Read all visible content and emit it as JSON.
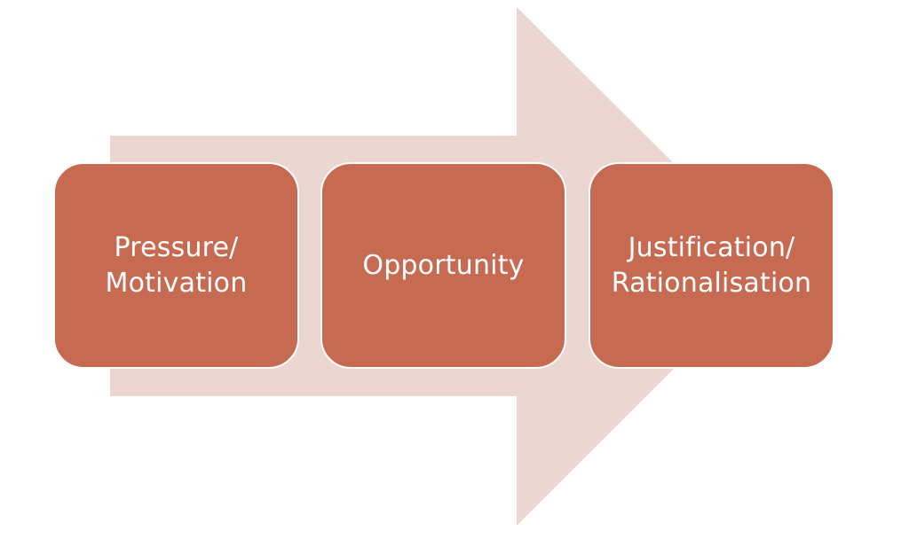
{
  "colors": {
    "arrow": "#ebd6d2",
    "box_fill": "#c66a52",
    "box_text": "#ffffff",
    "box_border": "#ffffff"
  },
  "steps": [
    {
      "label": "Pressure/\nMotivation"
    },
    {
      "label": "Opportunity"
    },
    {
      "label": "Justification/\nRationalisation"
    }
  ]
}
